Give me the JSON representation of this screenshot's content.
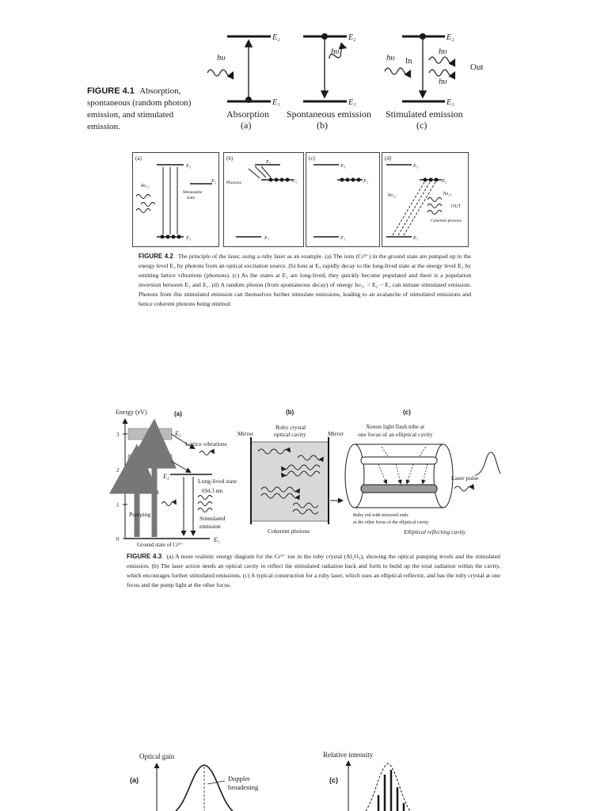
{
  "fig41": {
    "label": "FIGURE 4.1",
    "caption": "Absorption, spontaneous (random photon) emission, and stimulated emission.",
    "E2": "E₂",
    "E1": "E₁",
    "hv": "hυ",
    "in_label": "In",
    "out_label": "Out",
    "panels": [
      {
        "title": "Absorption",
        "tag": "(a)"
      },
      {
        "title": "Spontaneous emission",
        "tag": "(b)"
      },
      {
        "title": "Stimulated emission",
        "tag": "(c)"
      }
    ]
  },
  "fig42": {
    "label": "FIGURE 4.2",
    "caption": "The principle of the laser, using a ruby laser as an example. (a) The ions (Cr³⁺) in the ground state are pumped up to the energy level E₃ by photons from an optical excitation source. (b) Ions at E₃ rapidly decay to the long-lived state at the energy level E₂ by emitting lattice vibrations (phonons). (c) As the states at E₂ are long-lived, they quickly become populated and there is a population inversion between E₂ and E₁. (d) A random photon (from spontaneous decay) of energy hυ₂₁ = E₂ − E₁ can initiate stimulated emission. Photons from this stimulated emission can themselves further stimulate emissions, leading to an avalanche of stimulated emissions and hence coherent photons being emitted.",
    "tags": [
      "(a)",
      "(b)",
      "(c)",
      "(d)"
    ],
    "E3": "E₃",
    "E2": "E₂",
    "E1": "E₁",
    "hv13": "hυ₁₃",
    "hv21": "hυ₂₁",
    "metastable": "Metastable",
    "state": "state",
    "phonons": "Phonons",
    "out": "OUT",
    "coherent": "Coherent photons"
  },
  "fig43": {
    "label": "FIGURE 4.3",
    "caption": "(a) A more realistic energy diagram for the Cr³⁺ ion in the ruby crystal (Al₂O₃), showing the optical pumping levels and the stimulated emission. (b) The laser action needs an optical cavity to reflect the stimulated radiation back and forth to build up the total radiation within the cavity, which encourages further stimulated emissions. (c) A typical construction for a ruby laser, which uses an elliptical reflector, and has the ruby crystal at one focus and the pump light at the other focus.",
    "energy_axis": "Energy (eV)",
    "ticks": [
      "3",
      "2",
      "1",
      "0"
    ],
    "tag_a": "(a)",
    "tag_b": "(b)",
    "tag_c": "(c)",
    "E3": "E₃",
    "E2": "E₂",
    "E1": "E₁",
    "lattice": "Lattice vibrations",
    "long_lived": "Long-lived state",
    "wavelength": "694.3 nm",
    "pumping": "Pumping",
    "stimulated1": "Stimulated",
    "stimulated2": "emission",
    "ground": "Ground state of Cr³⁺",
    "mirror_left": "Mirror",
    "ruby1": "Ruby crystal",
    "ruby2": "optical cavity",
    "mirror_right": "Mirror",
    "coherent": "Coherent photons",
    "xenon1": "Xenon light flash tube at",
    "xenon2": "one focus of an elliptical cavity",
    "laser_pulse": "Laser pulse",
    "rod1": "Ruby rod with mirrored ends",
    "rod2": "at the other focus of the elliptical cavity",
    "elliptical": "Elliptical reflecting cavity"
  },
  "fig44": {
    "gain_axis": "Optical gain",
    "tag_a": "(a)",
    "doppler1": "Doppler",
    "doppler2": "broadening",
    "intensity_axis": "Relative intensity",
    "tag_c": "(c)"
  }
}
